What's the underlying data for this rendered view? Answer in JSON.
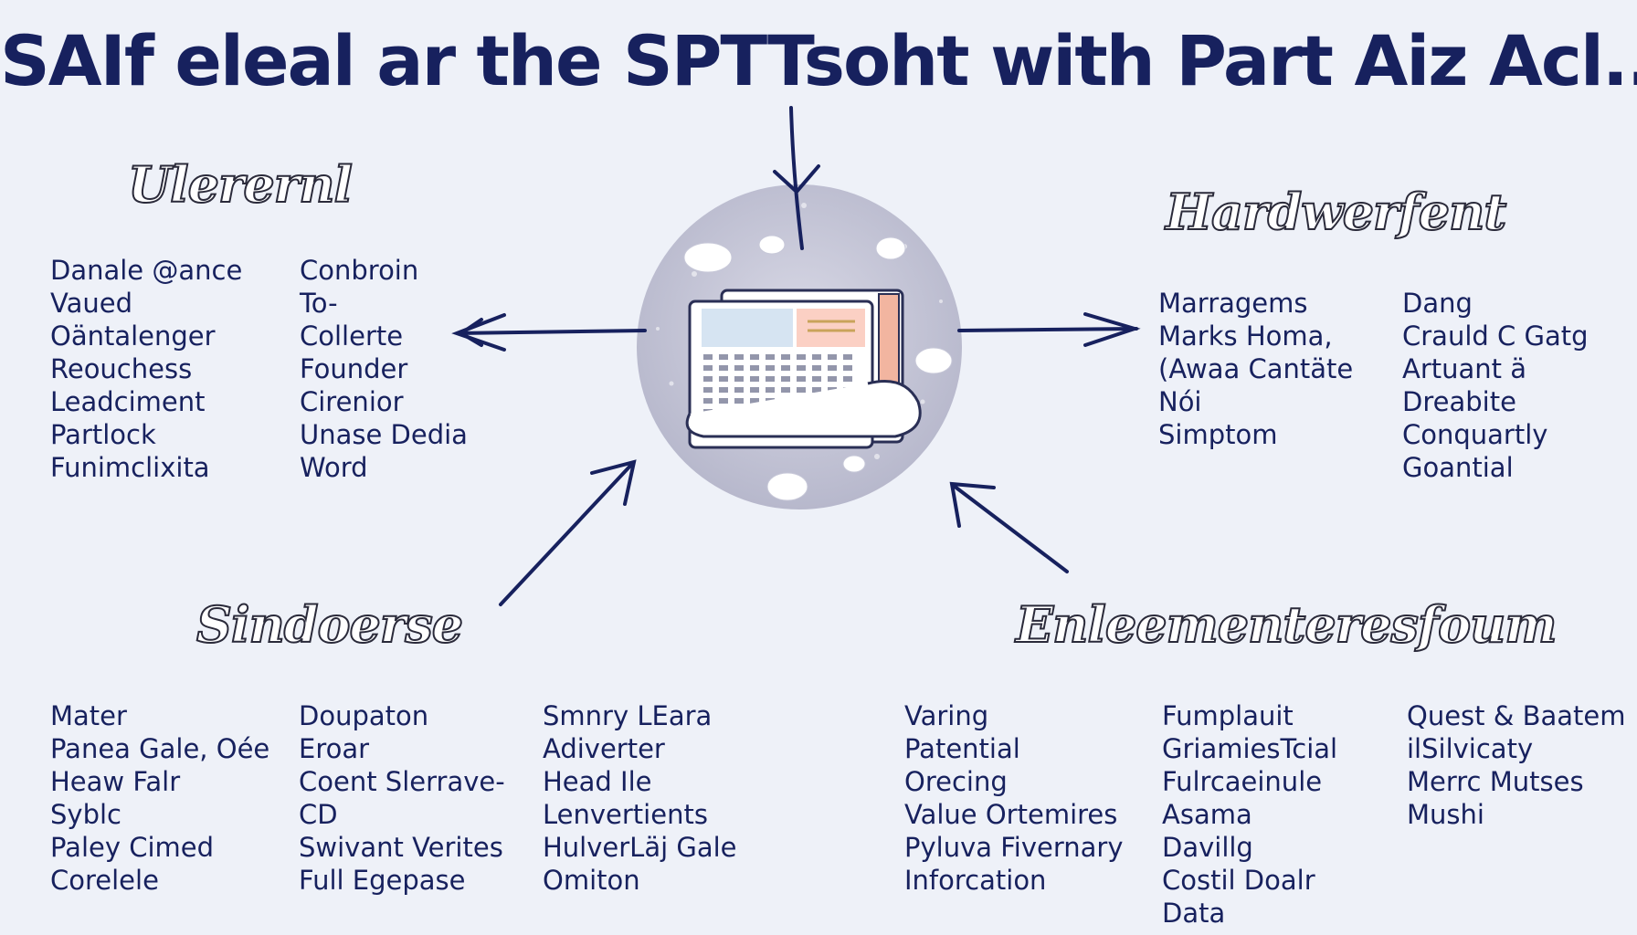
{
  "title": "SAIf eleal ar the SPTTsoht with Part Aiz Acl...",
  "sections": [
    {
      "heading": "Ulerernl",
      "columns": [
        [
          "Danale @ance",
          "Vaued",
          "Oäntalenger",
          "Reouchess",
          "Leadciment",
          "Partlock",
          "Funimclixita"
        ],
        [
          "Conbroin",
          "To-",
          "Collerte",
          "Founder",
          "Cirenior",
          "Unase Dedia",
          "Word"
        ]
      ]
    },
    {
      "heading": "Hardwerfent",
      "columns": [
        [
          "Marragems",
          "Marks Homa,",
          "(Awaa Cantäte",
          "Nói",
          "Simptom"
        ],
        [
          "Dang",
          "Crauld C Gatg",
          "Artuant ä",
          "Dreabite",
          "Conquartly",
          "Goantial"
        ]
      ]
    },
    {
      "heading": "Sindoerse",
      "columns": [
        [
          "Mater",
          "Panea Gale, Oée",
          "Heaw Falr",
          "Syblc",
          "Paley Cimed",
          "Corelele"
        ],
        [
          "Doupaton",
          "Eroar",
          "Coent Slerrave-",
          "CD",
          "Swivant Verites",
          "Full Egepase"
        ],
        [
          "Smnry LEara",
          "Adiverter",
          "Head Ile",
          "Lenvertients",
          "HulverLäj Gale",
          "Omiton"
        ]
      ]
    },
    {
      "heading": "Enleementeresfoum",
      "columns": [
        [
          "Varing",
          "Patential",
          "Orecing",
          "Value Ortemires",
          "Pyluva Fivernary",
          "Inforcation"
        ],
        [
          "Fumplauit",
          "GriamiesTcial",
          "Fulrcaeinule",
          "Asama",
          "Davillg",
          "Costil Doalr",
          "Data"
        ],
        [
          "Quest & Baatem",
          "ilSilvicaty",
          "Merrc Mutses",
          "Mushi"
        ]
      ]
    }
  ]
}
